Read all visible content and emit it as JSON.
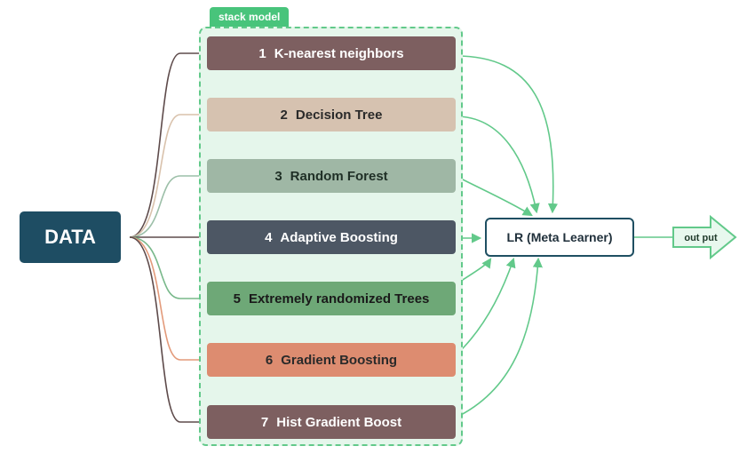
{
  "stack_label": "stack model",
  "input": {
    "label": "DATA"
  },
  "models": [
    {
      "num": "1",
      "label": "K-nearest neighbors",
      "color": "#7d5f60",
      "text_color": "#ffffff",
      "line_color": "#5e4b4b"
    },
    {
      "num": "2",
      "label": "Decision Tree",
      "color": "#d6c2b0",
      "text_color": "#2a2a2a",
      "line_color": "#d9c2ac"
    },
    {
      "num": "3",
      "label": "Random Forest",
      "color": "#9fb7a5",
      "text_color": "#1f2f26",
      "line_color": "#9cbfa8"
    },
    {
      "num": "4",
      "label": "Adaptive Boosting",
      "color": "#4d5764",
      "text_color": "#ffffff",
      "line_color": "#5e4b4b"
    },
    {
      "num": "5",
      "label": "Extremely randomized Trees",
      "color": "#6ea877",
      "text_color": "#1a1a1a",
      "line_color": "#78b88a"
    },
    {
      "num": "6",
      "label": "Gradient Boosting",
      "color": "#dd8c70",
      "text_color": "#2a2a2a",
      "line_color": "#e39a7a"
    },
    {
      "num": "7",
      "label": "Hist Gradient Boost",
      "color": "#7d5f60",
      "text_color": "#ffffff",
      "line_color": "#5e4b4b"
    }
  ],
  "meta_learner": {
    "label": "LR (Meta Learner)"
  },
  "output": {
    "label": "out put"
  },
  "colors": {
    "stack_fill": "#e5f6eb",
    "stack_border": "#62c98a",
    "arrow": "#62c98a",
    "data_box": "#1e4d63",
    "meta_border": "#1f4f62"
  }
}
